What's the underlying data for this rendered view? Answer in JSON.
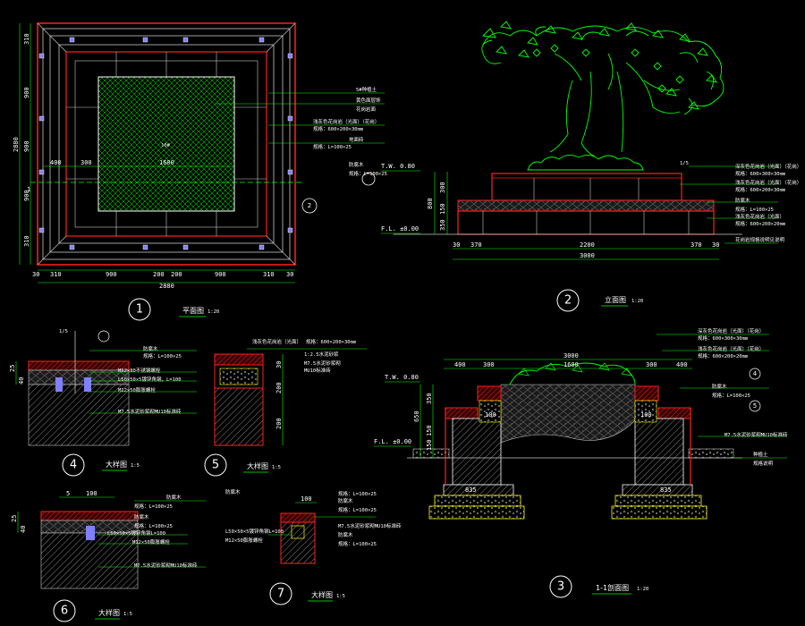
{
  "colors": {
    "green": "#00ff00",
    "red": "#ff2020",
    "white": "#ffffff",
    "grey": "#909090",
    "yellow": "#ffff00",
    "hatch": "#707070"
  },
  "view1": {
    "num": "1",
    "title": "平面图",
    "scale": "1:20",
    "dims_bottom": [
      "30",
      "310",
      "900",
      "200",
      "200",
      "900",
      "310",
      "30"
    ],
    "total_bottom": "2880",
    "dims_inner": [
      "400",
      "300",
      "1600"
    ],
    "dims_left": [
      "310",
      "900",
      "900",
      "900",
      "310"
    ],
    "total_left": "2880",
    "center_label": "10#",
    "section_mark": "1",
    "detail_tag": "2",
    "notes": [
      "5#种植土",
      "黄色面层饰",
      "花岗岩面",
      "浅灰色花岗岩（光面）（花岗）",
      "规格：600×200×30mm",
      "地面砖",
      "规格：L=100×25",
      "防腐木",
      "规格：L=100×25"
    ]
  },
  "view2": {
    "num": "2",
    "title": "立面图",
    "scale": "1:20",
    "level_top": "T.W. 0.80",
    "level_bottom": "F.L. ±0.00",
    "dims_left": [
      "300",
      "800",
      "150",
      "350"
    ],
    "dims_bottom": [
      "30",
      "370",
      "2200",
      "370",
      "30"
    ],
    "total_bottom": "3000",
    "tag": "1/5",
    "notes": [
      "深灰色花岗岩（光面）（花岗）",
      "规格：600×300×30mm",
      "浅灰色花岗岩（光面）（花岗）",
      "规格：600×200×30mm",
      "防腐木",
      "规格：L=100×25",
      "浅灰色花岗岩（光面）",
      "规格：600×200×20mm",
      "花岗岩规格说明见说明"
    ]
  },
  "view3": {
    "num": "3",
    "title": "1-1剖面图",
    "scale": "1:20",
    "level_top": "T.W. 0.80",
    "level_bottom": "F.L. ±0.00",
    "dims_top": [
      "400",
      "300",
      "1600",
      "300",
      "400"
    ],
    "total_top": "3000",
    "dims_left": [
      "350",
      "650",
      "150",
      "150"
    ],
    "inner_labels": [
      "100",
      "100",
      "835",
      "835"
    ],
    "tags": [
      "4",
      "5"
    ],
    "notes": [
      "深灰色花岗岩（光面）（花岗）",
      "规格：600×300×30mm",
      "浅灰色花岗岩（光面）（花岗）",
      "规格：600×200×20mm",
      "防腐木",
      "规格：L=100×25",
      "M7.5水泥砂浆砌MU10标准砖",
      "种植土",
      "规格说明"
    ]
  },
  "view4": {
    "num": "4",
    "title": "大样图",
    "scale": "1:5",
    "tag": "1/5",
    "notes": [
      "防腐木",
      "规格：L=100×25",
      "M12×80不锈钢螺栓",
      "L50×50×5镀锌角钢，L=100",
      "M12×50膨胀螺栓",
      "M7.5水泥砂浆砌MU10标准砖"
    ],
    "dims_left": [
      "25",
      "40"
    ]
  },
  "view5": {
    "num": "5",
    "title": "大样图",
    "scale": "1:5",
    "notes": [
      "浅灰色花岗岩（光面）",
      "规格：600×200×30mm",
      "1:2.5水泥砂浆",
      "M7.5水泥砂浆砌",
      "MU10标准砖"
    ],
    "dims_right": [
      "30",
      "200",
      "200"
    ]
  },
  "view6": {
    "num": "6",
    "title": "大样图",
    "scale": "1:5",
    "dims_top": [
      "5",
      "100"
    ],
    "notes": [
      "防腐木",
      "规格：L=100×25",
      "防腐木",
      "规格：L=100×25",
      "L50×50×5镀锌角钢L=100",
      "M12×50膨胀螺栓",
      "M7.5水泥砂浆砌MU10标准砖"
    ],
    "dims_left": [
      "25",
      "40"
    ]
  },
  "view7": {
    "num": "7",
    "title": "大样图",
    "scale": "1:5",
    "dims_top": [
      "100"
    ],
    "notes": [
      "防腐木",
      "规格：L=100×25",
      "防腐木",
      "规格：L=100×25",
      "L50×50×5镀锌角钢L=100",
      "M12×50膨胀螺栓",
      "M7.5水泥砂浆砌MU10标准砖",
      "防腐木",
      "规格：L=100×25"
    ]
  }
}
